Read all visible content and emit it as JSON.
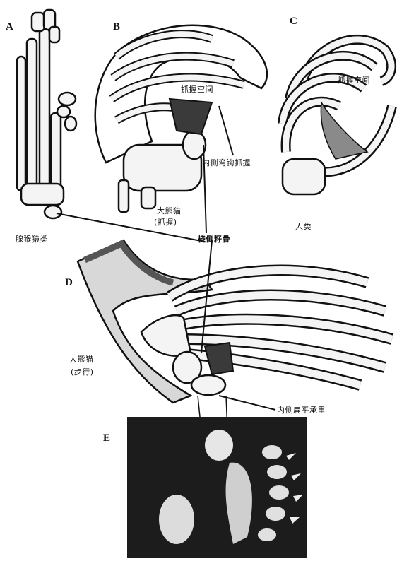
{
  "panels": {
    "a": {
      "letter": "A",
      "caption": "腺猴猿类"
    },
    "b": {
      "letter": "B",
      "caption_line1": "大熊猫",
      "caption_line2": "(抓握)",
      "grip_label": "抓握空间",
      "claw_label": "内侧弯钩抓握"
    },
    "c": {
      "letter": "C",
      "caption": "人类",
      "grip_label": "抓握空间"
    },
    "d": {
      "letter": "D",
      "caption_line1": "大熊猫",
      "caption_line2": "(步行)",
      "pad_label": "内侧扁平承重"
    },
    "e": {
      "letter": "E"
    }
  },
  "shared": {
    "sesamoid_label": "桡侧籽骨"
  },
  "colors": {
    "ink": "#111111",
    "bone_fill": "#f4f4f4",
    "grip_shade": "#8a8a8a",
    "dark_shade": "#3a3a3a",
    "paw_bg": "#1c1c1c",
    "skin": "#d8d8d8"
  }
}
